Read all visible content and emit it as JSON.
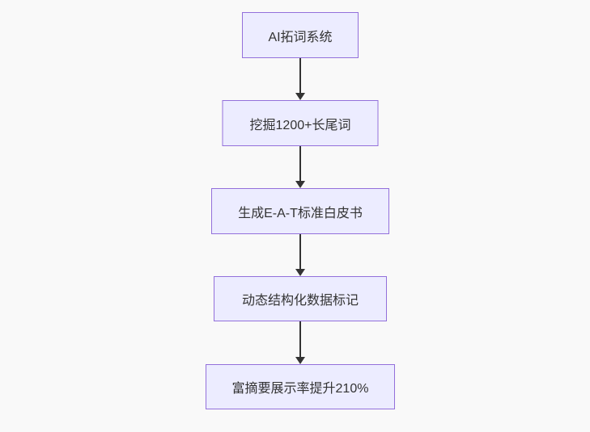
{
  "diagram": {
    "type": "flowchart",
    "direction": "top-down",
    "nodes": [
      {
        "label": "AI拓词系统"
      },
      {
        "label": "挖掘1200+长尾词"
      },
      {
        "label": "生成E-A-T标准白皮书"
      },
      {
        "label": "动态结构化数据标记"
      },
      {
        "label": "富摘要展示率提升210%"
      }
    ],
    "edges": [
      {
        "from": "AI拓词系统",
        "to": "挖掘1200+长尾词"
      },
      {
        "from": "挖掘1200+长尾词",
        "to": "生成E-A-T标准白皮书"
      },
      {
        "from": "生成E-A-T标准白皮书",
        "to": "动态结构化数据标记"
      },
      {
        "from": "动态结构化数据标记",
        "to": "富摘要展示率提升210%"
      }
    ],
    "colors": {
      "background": "#f9f9f9",
      "node_fill": "#ececff",
      "node_border": "#9370db",
      "text": "#333333",
      "arrow": "#333333"
    }
  }
}
